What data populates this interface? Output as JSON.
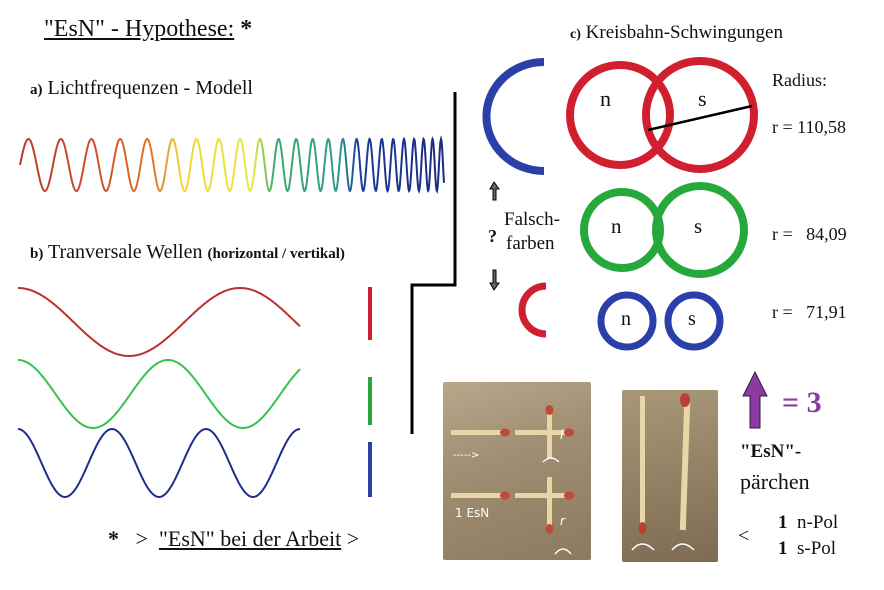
{
  "title": {
    "text": "\"EsN\" - Hypothese:",
    "star": "*"
  },
  "section_a": {
    "letter": "a)",
    "label": "Lichtfrequenzen - Modell"
  },
  "section_b": {
    "letter": "b)",
    "label": "Tranversale Wellen",
    "note": "(horizontal / vertikal)"
  },
  "section_c": {
    "letter": "c)",
    "label": "Kreisbahn-Schwingungen"
  },
  "radius_header": "Radius:",
  "radii": [
    "r = 110,58",
    "r =   84,09",
    "r =   71,91"
  ],
  "falschfarben": {
    "q": "?",
    "line1": "Falsch-",
    "line2": "farben"
  },
  "pole_labels": {
    "n": "n",
    "s": "s"
  },
  "equals_three": "= 3",
  "esn_pair": {
    "line1": "\"EsN\"-",
    "line2": "pärchen"
  },
  "bottom_caption": {
    "star": "*",
    "gt": ">",
    "text": "\"EsN\" bei der Arbeit",
    "gt2": ">"
  },
  "pole_legend": {
    "lt": "<",
    "n_count": "1",
    "n_label": "n-Pol",
    "s_count": "1",
    "s_label": "s-Pol"
  },
  "photo1": {
    "arrow_text": "----->",
    "esn_label": "1 EsN",
    "l_label": "l",
    "r_label": "r"
  },
  "colors": {
    "red": "#d0202f",
    "green": "#27a83c",
    "blue": "#2b3fa8",
    "violet": "#8a3aa0",
    "wave_red": "#b83232",
    "wave_green": "#36c24a",
    "wave_blue": "#1f2e8a"
  }
}
